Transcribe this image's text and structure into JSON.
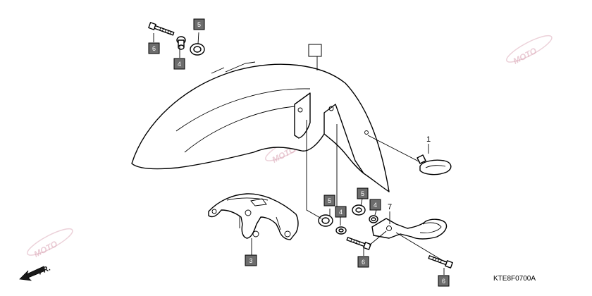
{
  "diagram": {
    "callouts": [
      {
        "id": "tag-6-top",
        "label": "6"
      },
      {
        "id": "tag-4-top",
        "label": "4"
      },
      {
        "id": "tag-5-top",
        "label": "5"
      },
      {
        "id": "tag-fender",
        "label": ""
      },
      {
        "id": "label-1",
        "label": "1"
      },
      {
        "id": "tag-5-mid-left",
        "label": "5"
      },
      {
        "id": "tag-4-mid-left",
        "label": "4"
      },
      {
        "id": "tag-5-mid-right",
        "label": "5"
      },
      {
        "id": "tag-4-mid-right",
        "label": "4"
      },
      {
        "id": "label-7",
        "label": "7"
      },
      {
        "id": "tag-3",
        "label": "3"
      },
      {
        "id": "tag-6-bottom-mid",
        "label": "6"
      },
      {
        "id": "tag-6-bottom-right",
        "label": "6"
      }
    ],
    "diagram_code": "KTE8F0700A",
    "front_arrow_label": "FR.",
    "watermark_text": "MOTO",
    "colors": {
      "tag_fill": "#6d6d6d",
      "line": "#000000",
      "watermark": "#d9a3b3"
    }
  }
}
